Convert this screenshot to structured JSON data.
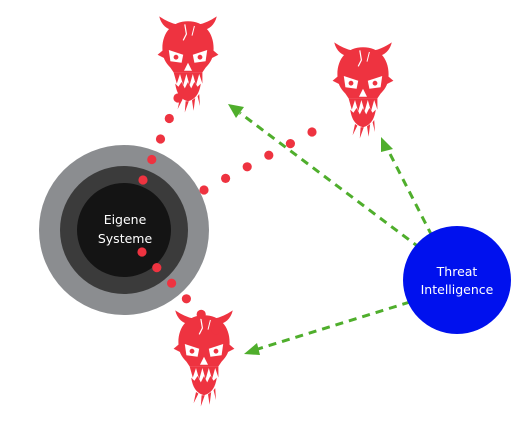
{
  "nodes": {
    "own_systems": {
      "line1": "Eigene",
      "line2": "Systeme"
    },
    "threat_intel": {
      "line1": "Threat",
      "line2": "Intelligence"
    }
  },
  "threat_actors": [
    {
      "id": "skull-top",
      "icon": "skull-icon"
    },
    {
      "id": "skull-right",
      "icon": "skull-icon"
    },
    {
      "id": "skull-bottom",
      "icon": "skull-icon"
    }
  ],
  "colors": {
    "attack_dots": "#ee3340",
    "intel_arrows": "#4fae2c",
    "skull": "#ee3340",
    "threat_circle": "#0011ee",
    "ring_outer": "#8b8d90",
    "ring_middle": "#3b3b3b",
    "ring_inner": "#141414"
  }
}
